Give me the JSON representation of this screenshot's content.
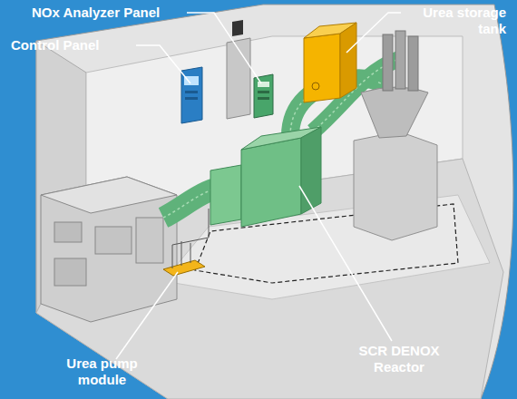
{
  "diagram": {
    "labels": [
      "NOx Analyzer Panel",
      "Urea storage tank",
      "Control Panel",
      "SCR DENOX Reactor",
      "Urea pump module"
    ]
  }
}
